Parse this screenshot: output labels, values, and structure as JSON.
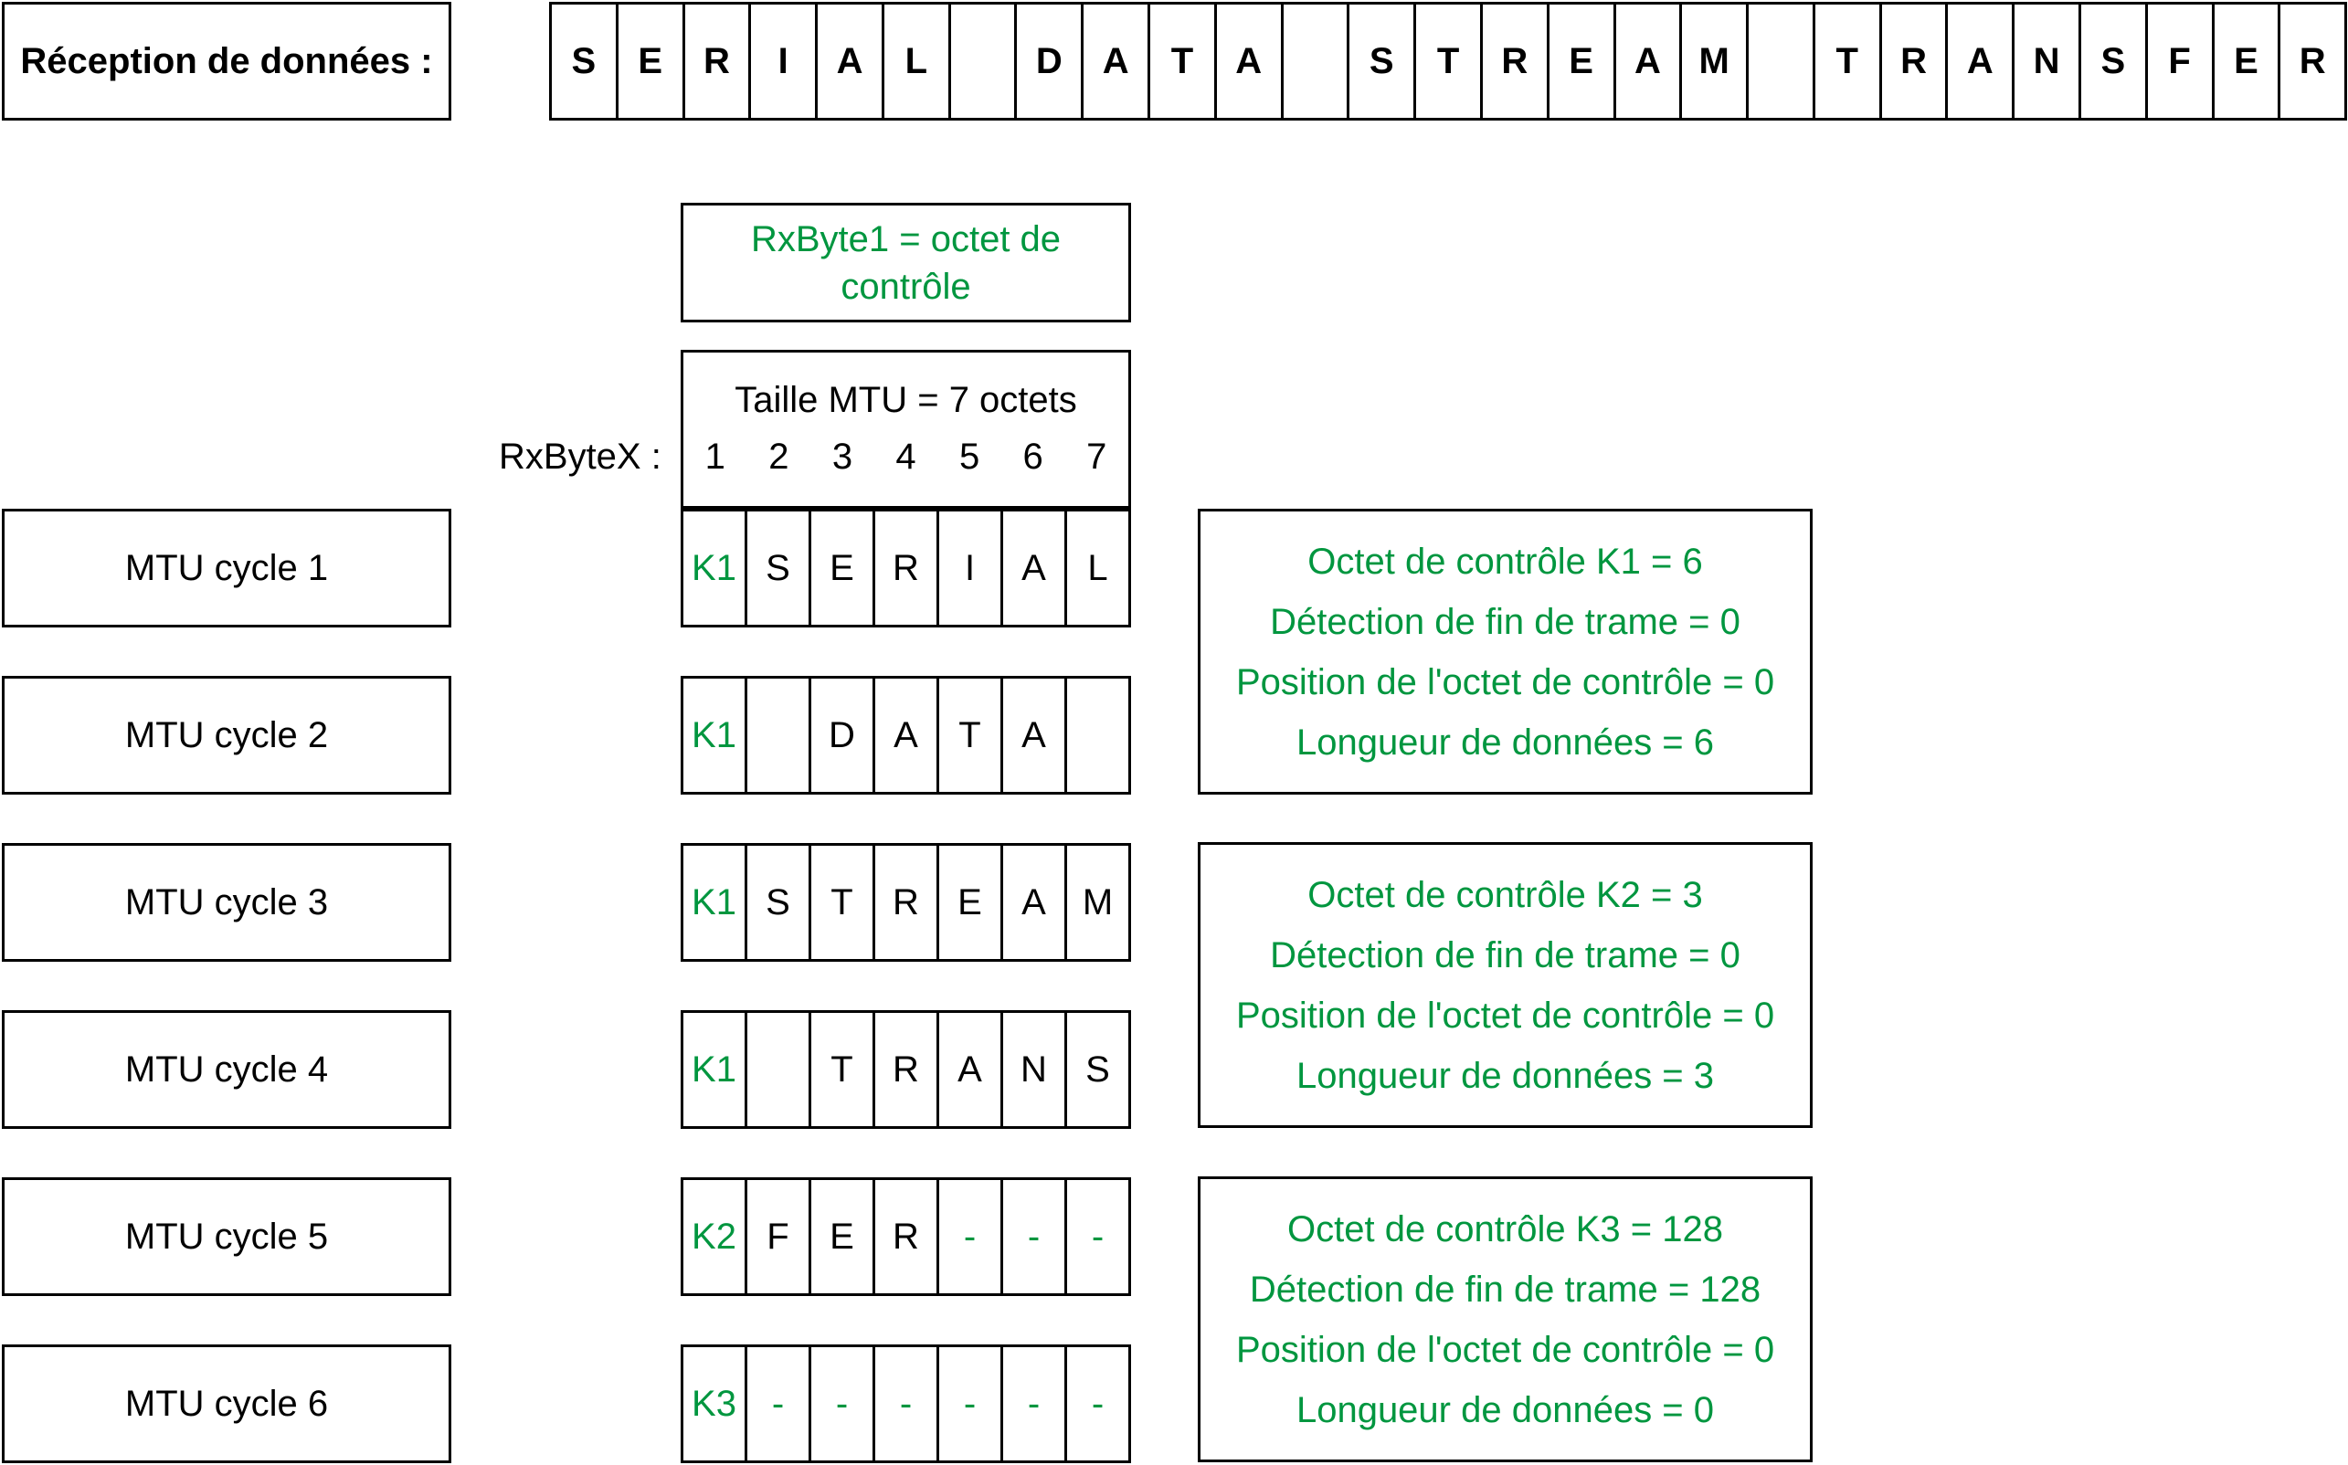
{
  "reception_label": "Réception de données :",
  "serial_stream": [
    "S",
    "E",
    "R",
    "I",
    "A",
    "L",
    "",
    "D",
    "A",
    "T",
    "A",
    "",
    "S",
    "T",
    "R",
    "E",
    "A",
    "M",
    "",
    "T",
    "R",
    "A",
    "N",
    "S",
    "F",
    "E",
    "R"
  ],
  "rxbyte1_note": "RxByte1 = octet de contrôle",
  "mtu_size": "Taille MTU = 7 octets",
  "rxbytex_label": "RxByteX :",
  "byte_positions": [
    "1",
    "2",
    "3",
    "4",
    "5",
    "6",
    "7"
  ],
  "cycles": [
    {
      "label": "MTU cycle 1",
      "bytes": [
        "K1",
        "S",
        "E",
        "R",
        "I",
        "A",
        "L"
      ]
    },
    {
      "label": "MTU cycle 2",
      "bytes": [
        "K1",
        "",
        "D",
        "A",
        "T",
        "A",
        ""
      ]
    },
    {
      "label": "MTU cycle 3",
      "bytes": [
        "K1",
        "S",
        "T",
        "R",
        "E",
        "A",
        "M"
      ]
    },
    {
      "label": "MTU cycle 4",
      "bytes": [
        "K1",
        "",
        "T",
        "R",
        "A",
        "N",
        "S"
      ]
    },
    {
      "label": "MTU cycle 5",
      "bytes": [
        "K2",
        "F",
        "E",
        "R",
        "-",
        "-",
        "-"
      ]
    },
    {
      "label": "MTU cycle 6",
      "bytes": [
        "K3",
        "-",
        "-",
        "-",
        "-",
        "-",
        "-"
      ]
    }
  ],
  "info_boxes": [
    {
      "lines": [
        "Octet de contrôle K1 = 6",
        "Détection de fin de trame = 0",
        "Position de l'octet de contrôle = 0",
        "Longueur de données = 6"
      ]
    },
    {
      "lines": [
        "Octet de contrôle K2 = 3",
        "Détection de fin de trame = 0",
        "Position de l'octet de contrôle = 0",
        "Longueur de données = 3"
      ]
    },
    {
      "lines": [
        "Octet de contrôle K3 = 128",
        "Détection de fin de trame = 128",
        "Position de l'octet de contrôle = 0",
        "Longueur de données = 0"
      ]
    }
  ],
  "colors": {
    "accent_green": "#00963f",
    "stroke": "#000000"
  }
}
